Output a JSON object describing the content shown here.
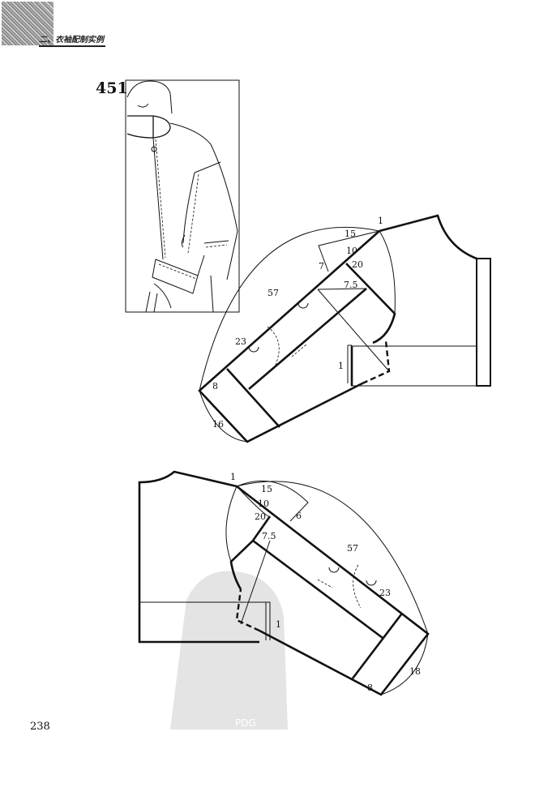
{
  "header": {
    "section_title": "二、衣袖配制实例"
  },
  "figure": {
    "number": "451"
  },
  "page_number": "238",
  "watermark": {
    "text": "PDG"
  },
  "diagram_top": {
    "labels": {
      "shoulder_offset": "1",
      "a": "15",
      "b": "10",
      "c": "20",
      "d": "7",
      "e": "7.5",
      "sleeve_length": "57",
      "f": "23",
      "g": "8",
      "cuff_width": "16",
      "cuff_offset": "1"
    }
  },
  "diagram_bottom": {
    "labels": {
      "shoulder_offset": "1",
      "a": "15",
      "b": "10",
      "c": "20",
      "d": "6",
      "e": "7.5",
      "sleeve_length": "57",
      "f": "23",
      "g": "8",
      "cuff_width": "18",
      "cuff_offset": "1"
    }
  }
}
